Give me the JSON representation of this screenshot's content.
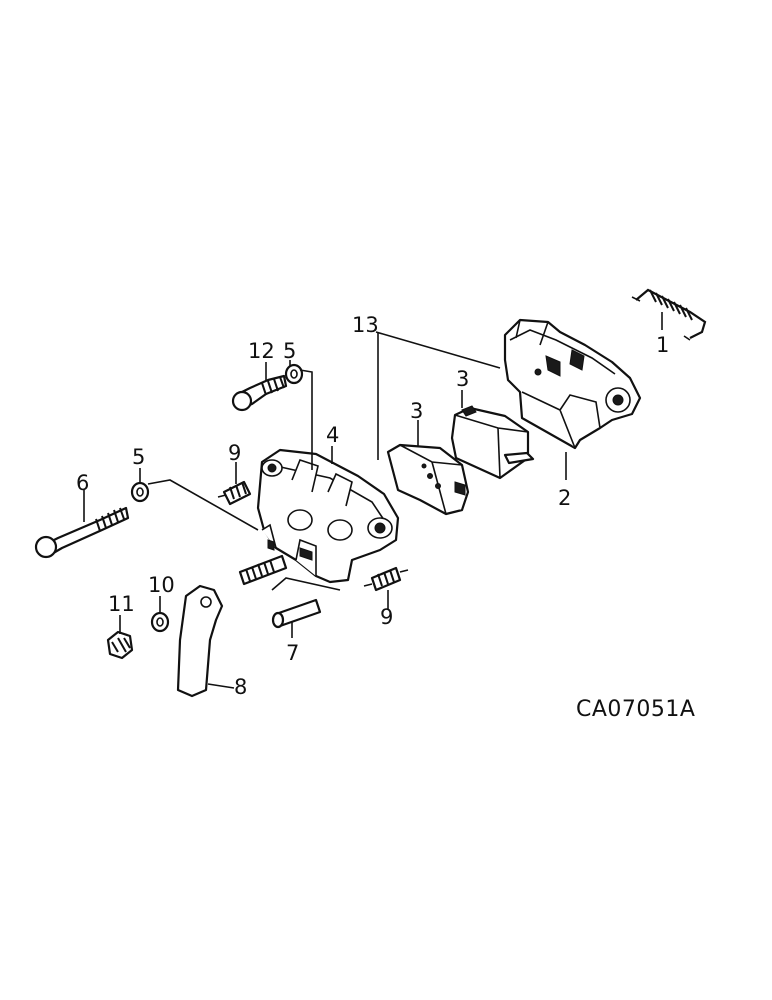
{
  "diagram": {
    "code": "CA07051A",
    "callouts": [
      "1",
      "2",
      "3",
      "3",
      "4",
      "5",
      "5",
      "6",
      "7",
      "8",
      "9",
      "9",
      "10",
      "11",
      "12",
      "13"
    ]
  }
}
